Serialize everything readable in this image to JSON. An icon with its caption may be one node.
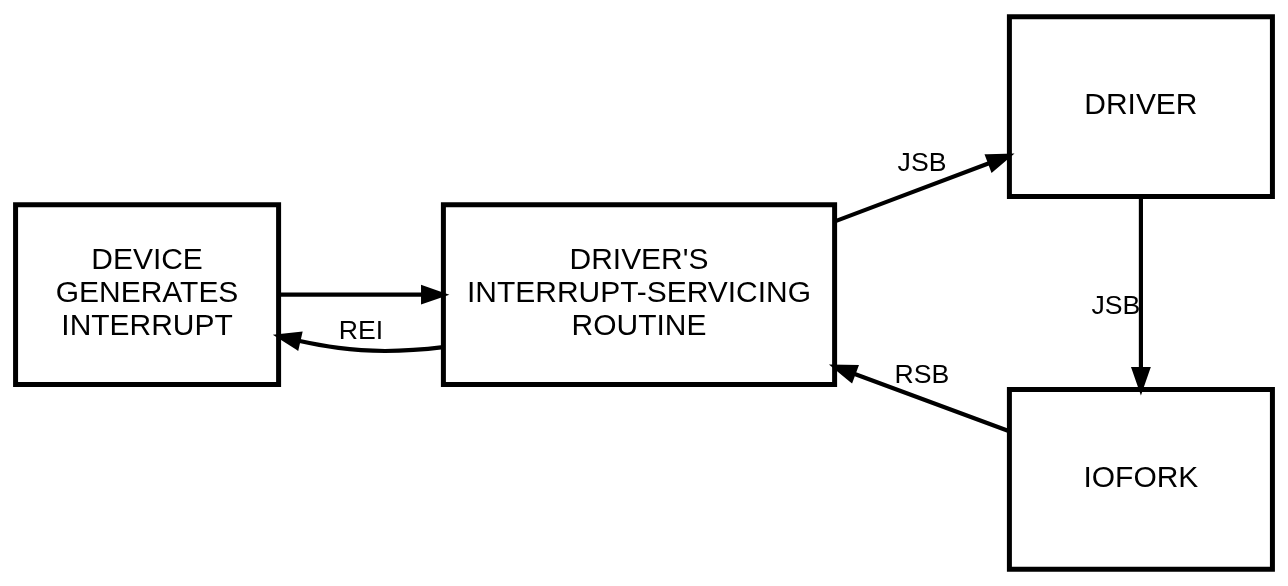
{
  "diagram": {
    "nodes": [
      {
        "text": [
          "DEVICE GENERATES INTERRUPT"
        ]
      },
      {
        "text": [
          "DRIVER'S INTERRUPT-SERVICING ROUTINE"
        ]
      },
      {
        "text": [
          "DRIVER"
        ]
      },
      {
        "text": [
          "IOFORK"
        ]
      }
    ],
    "edges": [
      {
        "from": 0,
        "to": 1,
        "arrow": "to"
      },
      {
        "from": 1,
        "to": 0,
        "arrow": "to",
        "label": "REI"
      },
      {
        "from": 1,
        "to": 2,
        "arrow": "to",
        "label": "JSB"
      },
      {
        "from": 2,
        "to": 3,
        "arrow": "to",
        "label": "JSB"
      },
      {
        "from": 3,
        "to": 1,
        "arrow": "to",
        "label": "RSB"
      }
    ]
  }
}
